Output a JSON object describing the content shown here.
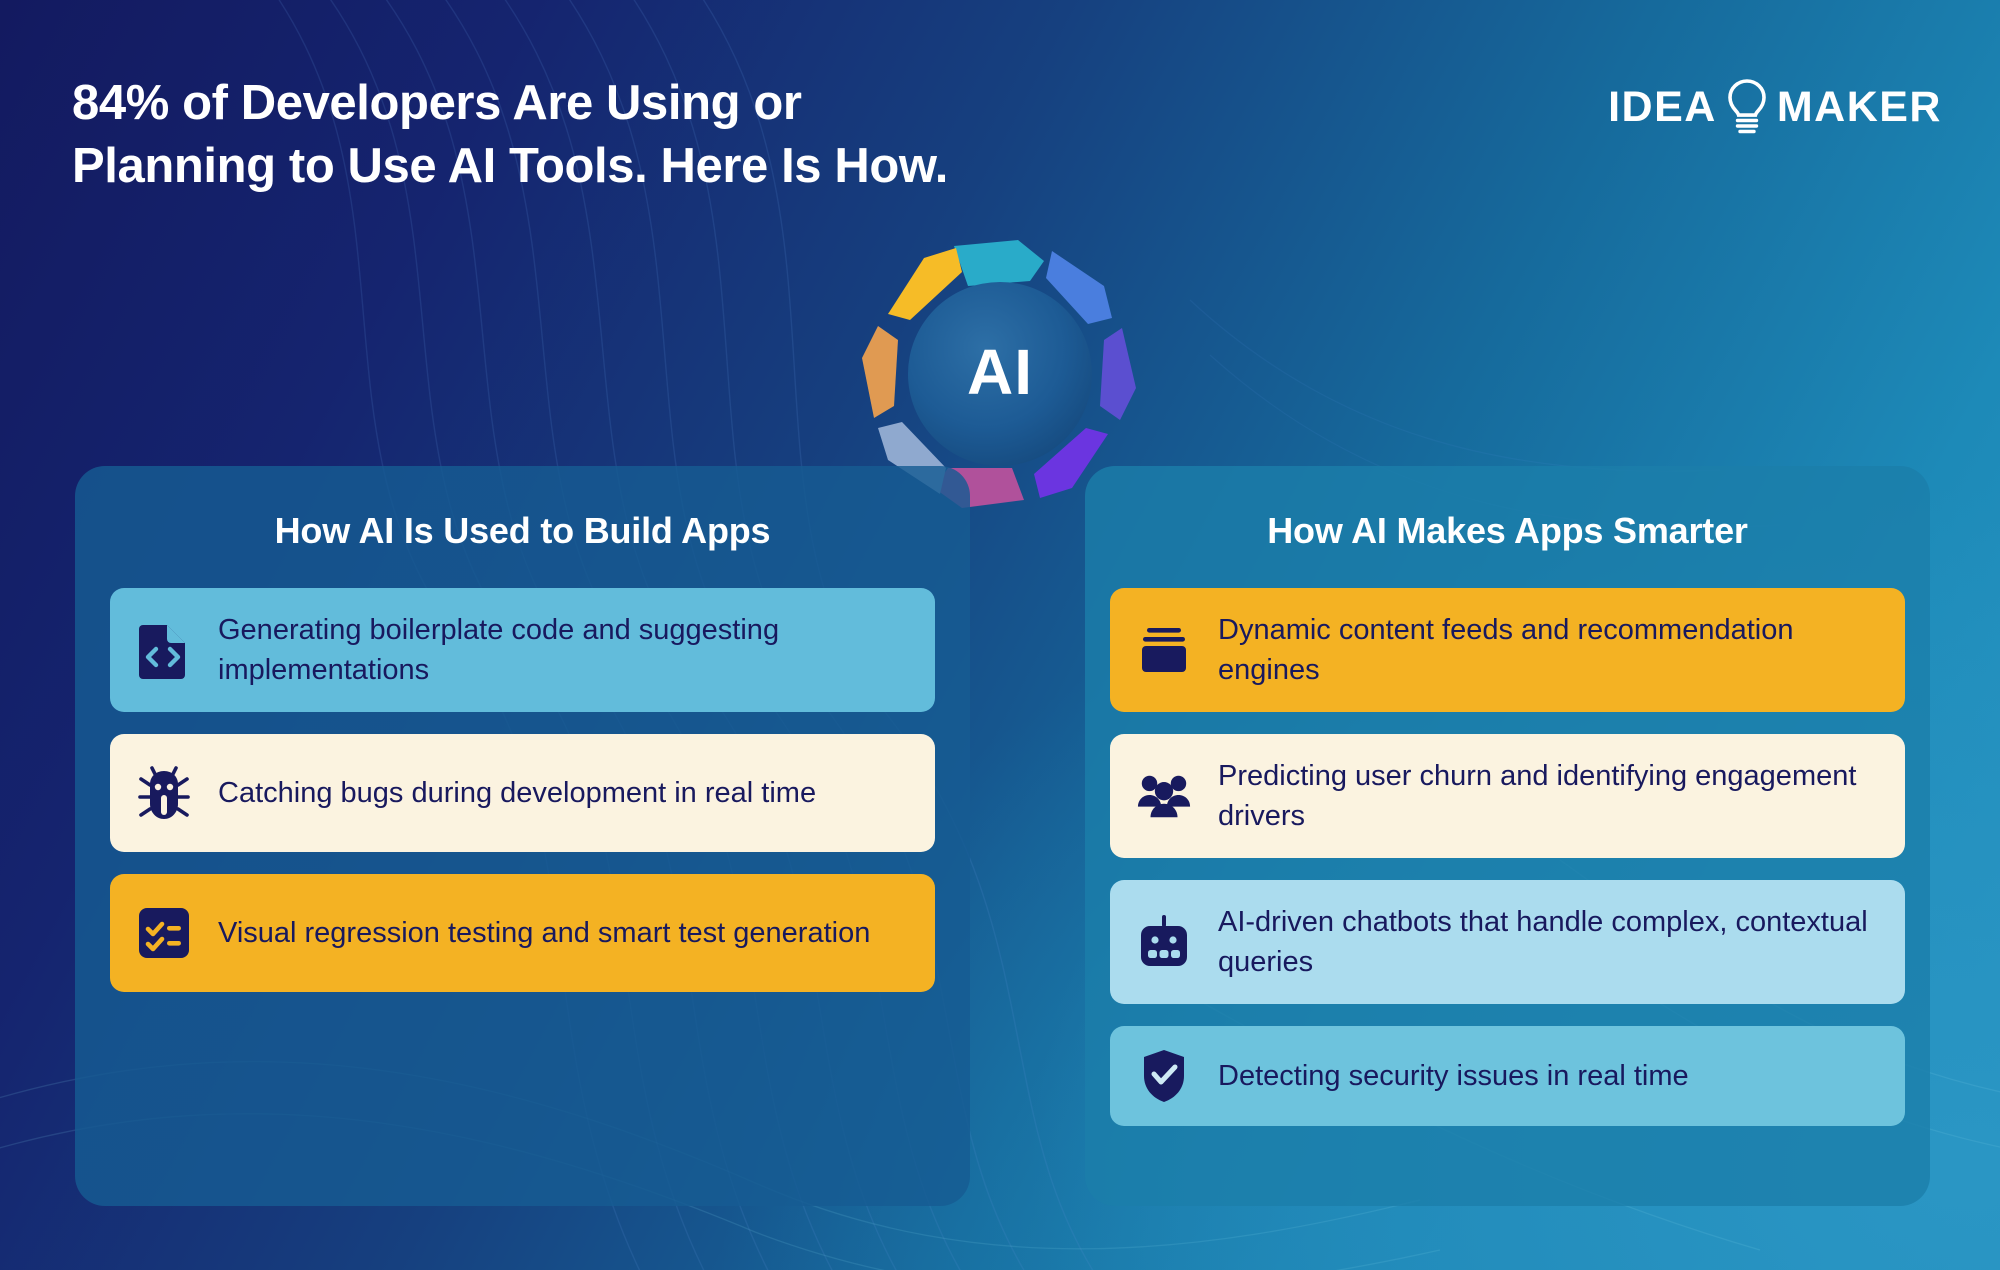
{
  "header": {
    "headline_line1": "84% of Developers Are Using or",
    "headline_line2": "Planning to Use AI Tools. Here Is How.",
    "logo_left": "IDEA",
    "logo_right": "MAKER",
    "logo_icon": "lightbulb-icon"
  },
  "center_graphic": {
    "label": "AI",
    "icon": "circular-arrow-cycle-icon",
    "segment_colors": [
      "#29abc9",
      "#4a7ede",
      "#5b4fd0",
      "#6b35e0",
      "#b0519b",
      "#8fa9cf",
      "#e09a52",
      "#f6bc27"
    ]
  },
  "colors": {
    "bg_dark": "#131a60",
    "bg_light": "#2796c4",
    "panel_left": "#165c93",
    "panel_right": "#1b7eaa",
    "card_sky": "#62bcdb",
    "card_cream": "#fbf3e0",
    "card_amber": "#f4b223",
    "card_blue": "#abdcee",
    "card_teal": "#6dc3dd",
    "text_navy": "#18195e",
    "text_white": "#ffffff"
  },
  "left_panel": {
    "title": "How AI Is Used to Build Apps",
    "items": [
      {
        "text": "Generating boilerplate code and suggesting implementations",
        "icon": "code-file-icon",
        "style": "c-sky"
      },
      {
        "text": "Catching bugs during development in real time",
        "icon": "bug-icon",
        "style": "c-cream"
      },
      {
        "text": "Visual regression testing and smart test generation",
        "icon": "checklist-icon",
        "style": "c-amber"
      }
    ]
  },
  "right_panel": {
    "title": "How AI Makes Apps Smarter",
    "items": [
      {
        "text": "Dynamic content feeds and recommendation engines",
        "icon": "content-feed-icon",
        "style": "c-amber"
      },
      {
        "text": "Predicting user churn and identifying engagement drivers",
        "icon": "users-group-icon",
        "style": "c-cream"
      },
      {
        "text": "AI-driven chatbots that handle complex, contextual queries",
        "icon": "robot-icon",
        "style": "c-blue"
      },
      {
        "text": "Detecting security issues in real time",
        "icon": "shield-check-icon",
        "style": "c-teal"
      }
    ]
  }
}
